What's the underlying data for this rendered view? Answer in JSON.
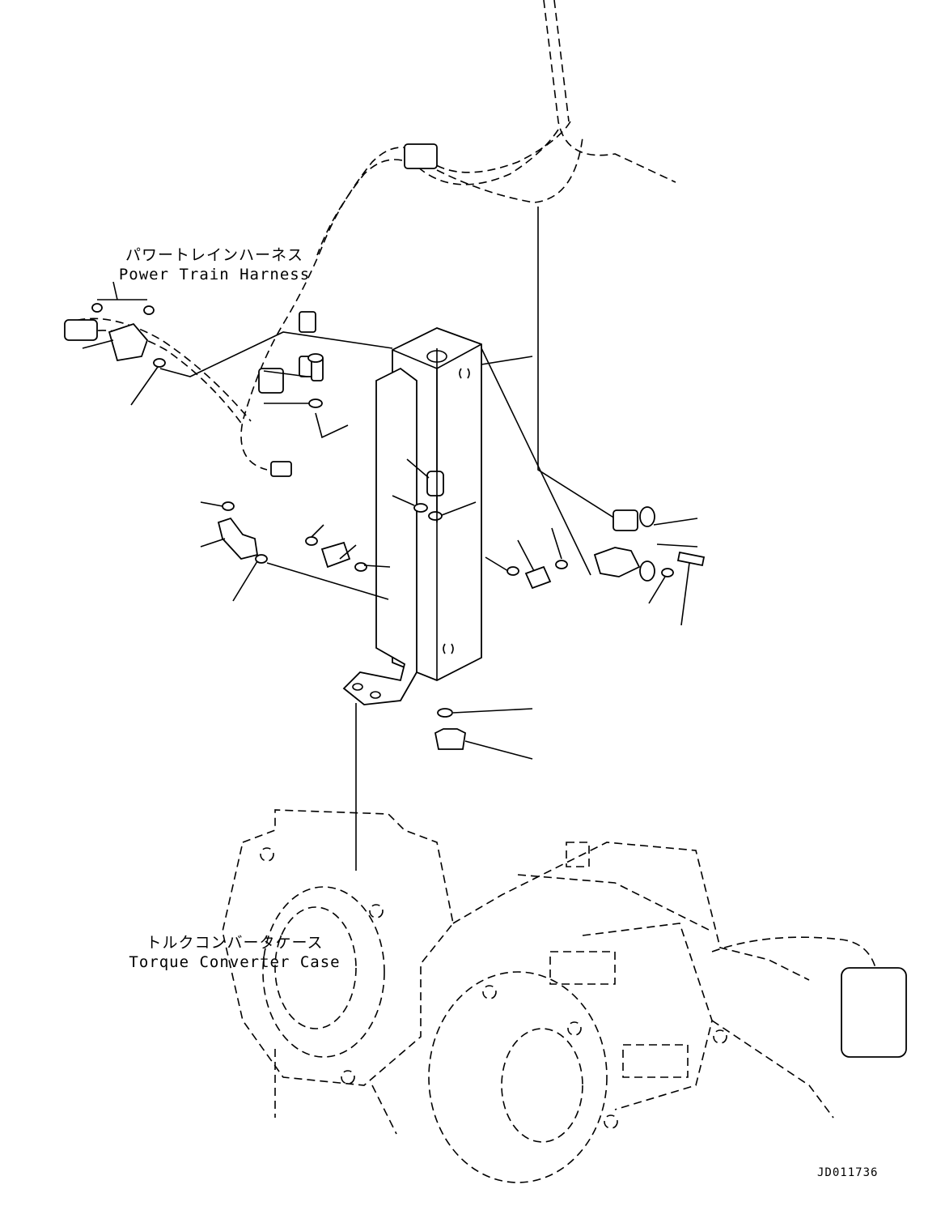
{
  "labels": {
    "harness_jp": "パワートレインハーネス",
    "harness_en": "Power Train Harness",
    "case_jp": "トルクコンバータケース",
    "case_en": "Torque Converter Case"
  },
  "doc_id": "JD011736"
}
